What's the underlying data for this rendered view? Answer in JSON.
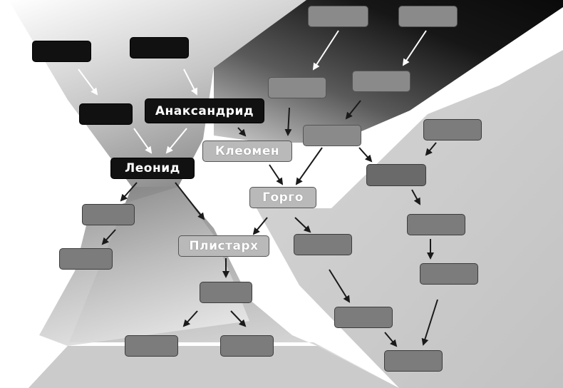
{
  "colors": {
    "black_box": "#111111",
    "named_box": "#b9b9b9",
    "blank_box": "#7c7c7c",
    "arrow_dark": "#1a1a1a",
    "arrow_light": "#ffffff"
  },
  "nodes": {
    "anaxandrid": "Анаксандрид",
    "leonid": "Леонид",
    "kleomen": "Клеомен",
    "gorgo": "Горго",
    "plistarkh": "Плистарх"
  }
}
